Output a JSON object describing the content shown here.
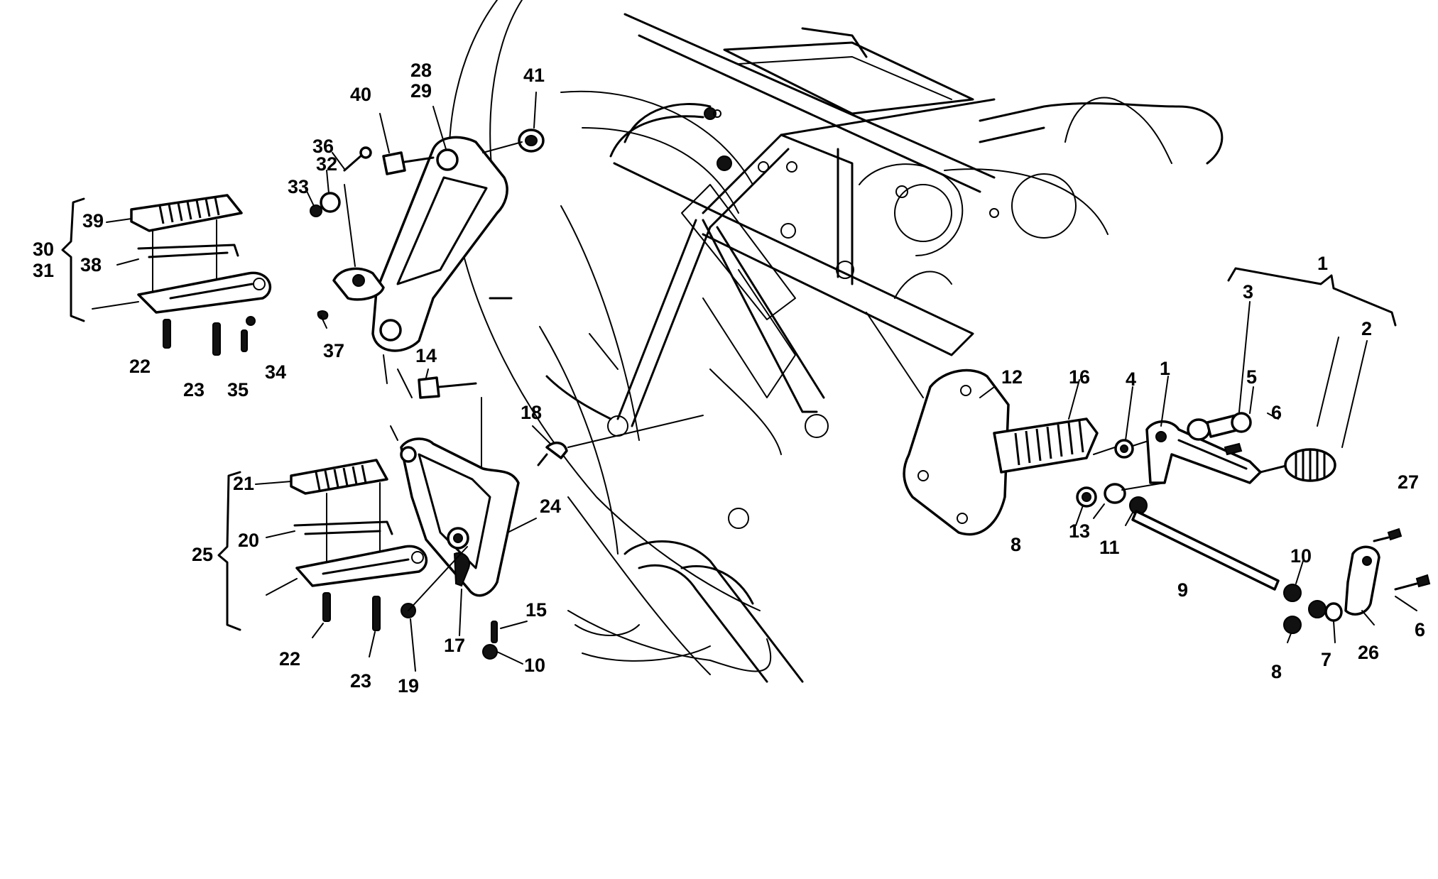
{
  "callouts": [
    {
      "id": "c1",
      "text": "1"
    },
    {
      "id": "c1b",
      "text": "1"
    },
    {
      "id": "c2",
      "text": "2"
    },
    {
      "id": "c3",
      "text": "3"
    },
    {
      "id": "c4",
      "text": "4"
    },
    {
      "id": "c5",
      "text": "5"
    },
    {
      "id": "c6",
      "text": "6"
    },
    {
      "id": "c6b",
      "text": "6"
    },
    {
      "id": "c7",
      "text": "7"
    },
    {
      "id": "c8",
      "text": "8"
    },
    {
      "id": "c8b",
      "text": "8"
    },
    {
      "id": "c9",
      "text": "9"
    },
    {
      "id": "c10",
      "text": "10"
    },
    {
      "id": "c10b",
      "text": "10"
    },
    {
      "id": "c11",
      "text": "11"
    },
    {
      "id": "c12",
      "text": "12"
    },
    {
      "id": "c13",
      "text": "13"
    },
    {
      "id": "c14",
      "text": "14"
    },
    {
      "id": "c15",
      "text": "15"
    },
    {
      "id": "c16",
      "text": "16"
    },
    {
      "id": "c17",
      "text": "17"
    },
    {
      "id": "c18",
      "text": "18"
    },
    {
      "id": "c19",
      "text": "19"
    },
    {
      "id": "c20",
      "text": "20"
    },
    {
      "id": "c21",
      "text": "21"
    },
    {
      "id": "c22",
      "text": "22"
    },
    {
      "id": "c22b",
      "text": "22"
    },
    {
      "id": "c23",
      "text": "23"
    },
    {
      "id": "c23b",
      "text": "23"
    },
    {
      "id": "c24",
      "text": "24"
    },
    {
      "id": "c25",
      "text": "25"
    },
    {
      "id": "c26",
      "text": "26"
    },
    {
      "id": "c27",
      "text": "27"
    },
    {
      "id": "c28",
      "text": "28"
    },
    {
      "id": "c29",
      "text": "29"
    },
    {
      "id": "c30",
      "text": "30"
    },
    {
      "id": "c31",
      "text": "31"
    },
    {
      "id": "c32",
      "text": "32"
    },
    {
      "id": "c33",
      "text": "33"
    },
    {
      "id": "c34",
      "text": "34"
    },
    {
      "id": "c35",
      "text": "35"
    },
    {
      "id": "c36",
      "text": "36"
    },
    {
      "id": "c37",
      "text": "37"
    },
    {
      "id": "c38",
      "text": "38"
    },
    {
      "id": "c39",
      "text": "39"
    },
    {
      "id": "c40",
      "text": "40"
    },
    {
      "id": "c41",
      "text": "41"
    }
  ],
  "colors": {
    "ink": "#000000",
    "paper": "#ffffff"
  }
}
